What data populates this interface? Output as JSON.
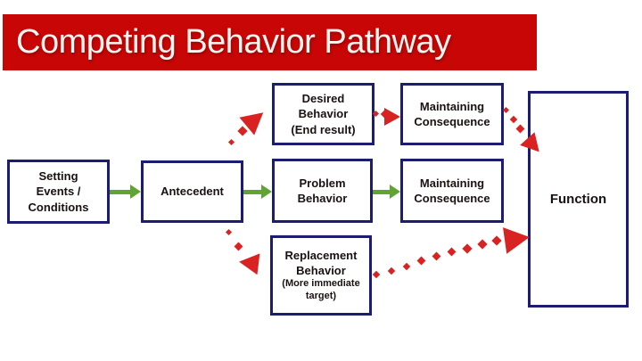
{
  "slide": {
    "title": "Competing Behavior Pathway"
  },
  "colors": {
    "header_bg": "#c90606",
    "header_text": "#fcf6f2",
    "box_border": "#1c1c70",
    "label_text": "#1a1111",
    "green_arrow": "#61a434",
    "red_arrow": "#d92322"
  },
  "boxes": {
    "setting": {
      "l1": "Setting",
      "l2": "Events /",
      "l3": "Conditions"
    },
    "antecedent": {
      "l1": "Antecedent"
    },
    "desired": {
      "l1": "Desired",
      "l2": "Behavior",
      "l3": "(End result)"
    },
    "problem": {
      "l1": "Problem",
      "l2": "Behavior"
    },
    "replacement": {
      "l1": "Replacement",
      "l2": "Behavior",
      "s1": "(More immediate",
      "s2": "target)"
    },
    "maintaining_top": {
      "l1": "Maintaining",
      "l2": "Consequence"
    },
    "maintaining_mid": {
      "l1": "Maintaining",
      "l2": "Consequence"
    },
    "function": {
      "l1": "Function"
    }
  }
}
